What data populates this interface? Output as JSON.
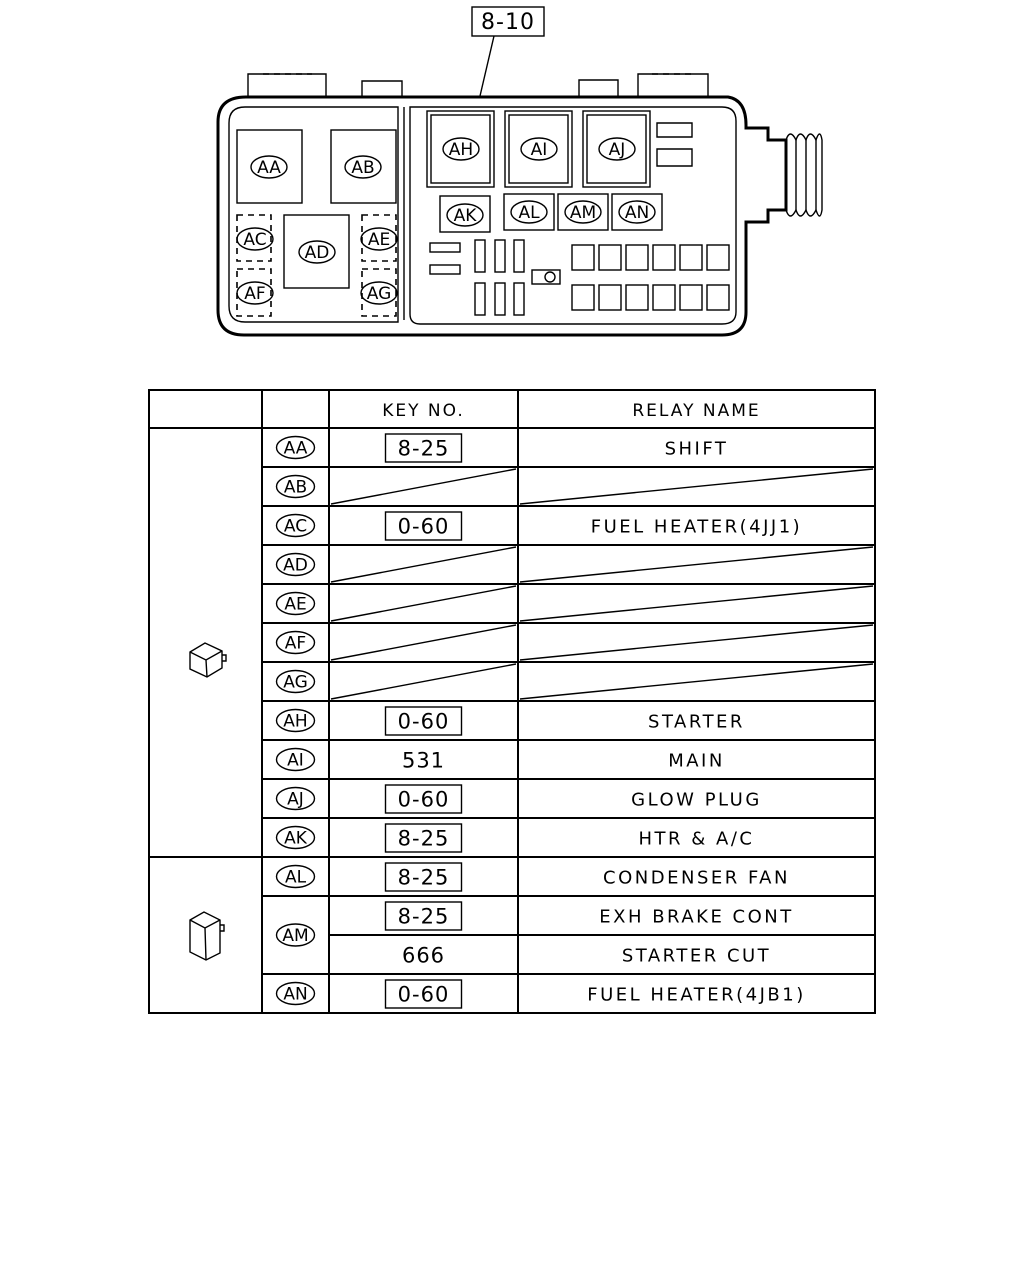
{
  "diagram": {
    "reference": "8-10",
    "box_labels": [
      "AA",
      "AB",
      "AC",
      "AD",
      "AE",
      "AF",
      "AG",
      "AH",
      "AI",
      "AJ",
      "AK",
      "AL",
      "AM",
      "AN"
    ]
  },
  "table": {
    "headers": {
      "key_no": "KEY NO.",
      "relay_name": "RELAY NAME"
    },
    "group_icons": [
      "relay-cube-icon",
      "relay-tall-icon"
    ],
    "rows": [
      {
        "code": "AA",
        "key": "8-25",
        "key_boxed": true,
        "name": "SHIFT",
        "blank": false
      },
      {
        "code": "AB",
        "key": "",
        "key_boxed": false,
        "name": "",
        "blank": true
      },
      {
        "code": "AC",
        "key": "0-60",
        "key_boxed": true,
        "name": "FUEL HEATER(4JJ1)",
        "blank": false
      },
      {
        "code": "AD",
        "key": "",
        "key_boxed": false,
        "name": "",
        "blank": true
      },
      {
        "code": "AE",
        "key": "",
        "key_boxed": false,
        "name": "",
        "blank": true
      },
      {
        "code": "AF",
        "key": "",
        "key_boxed": false,
        "name": "",
        "blank": true
      },
      {
        "code": "AG",
        "key": "",
        "key_boxed": false,
        "name": "",
        "blank": true
      },
      {
        "code": "AH",
        "key": "0-60",
        "key_boxed": true,
        "name": "STARTER",
        "blank": false
      },
      {
        "code": "AI",
        "key": "531",
        "key_boxed": false,
        "name": "MAIN",
        "blank": false
      },
      {
        "code": "AJ",
        "key": "0-60",
        "key_boxed": true,
        "name": "GLOW PLUG",
        "blank": false
      },
      {
        "code": "AK",
        "key": "8-25",
        "key_boxed": true,
        "name": "HTR & A/C",
        "blank": false
      },
      {
        "code": "AL",
        "key": "8-25",
        "key_boxed": true,
        "name": "CONDENSER FAN",
        "blank": false
      },
      {
        "code": "AM",
        "key": "8-25",
        "key_boxed": true,
        "name": "EXH BRAKE CONT",
        "blank": false
      },
      {
        "code": "",
        "key": "666",
        "key_boxed": false,
        "name": "STARTER CUT",
        "blank": false
      },
      {
        "code": "AN",
        "key": "0-60",
        "key_boxed": true,
        "name": "FUEL HEATER(4JB1)",
        "blank": false
      }
    ]
  }
}
